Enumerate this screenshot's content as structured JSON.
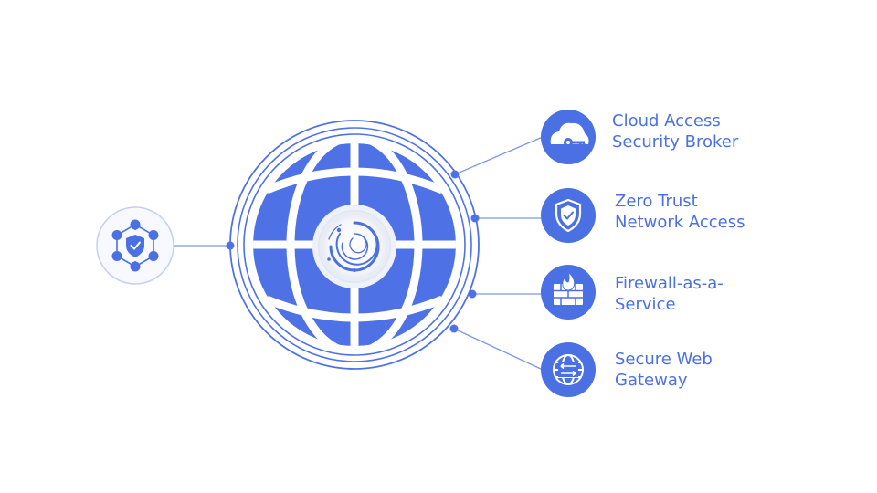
{
  "colors": {
    "primary": "#4a70e3",
    "ring": "#4e72e6",
    "line": "#7b96ec",
    "hub_border": "#c3cff6",
    "hub_fill": "#f7f9ff",
    "center_ring": "#e8ecf6"
  },
  "hub": {
    "icon": "network-shield-icon"
  },
  "globe": {
    "icon": "globe-icon",
    "core_icon": "spinner-core-icon"
  },
  "services": [
    {
      "icon": "cloud-key-icon",
      "label_lines": [
        "Cloud Access",
        "Security Broker"
      ]
    },
    {
      "icon": "shield-check-icon",
      "label_lines": [
        "Zero Trust",
        "Network Access"
      ]
    },
    {
      "icon": "firewall-icon",
      "label_lines": [
        "Firewall-as-a-",
        "Service"
      ]
    },
    {
      "icon": "globe-arrows-icon",
      "label_lines": [
        "Secure Web",
        "Gateway"
      ]
    }
  ]
}
